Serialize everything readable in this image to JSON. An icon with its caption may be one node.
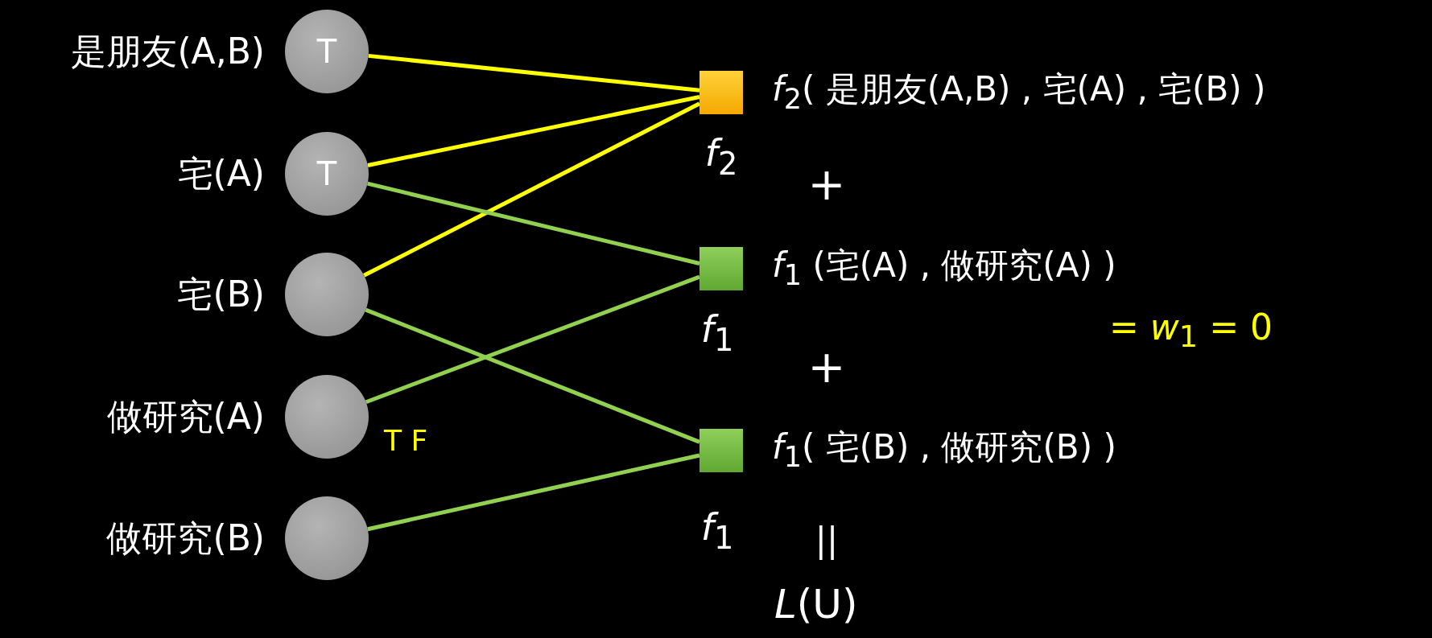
{
  "diagram": {
    "nodes": [
      {
        "text": [
          "T"
        ],
        "beside": [
          "是朋友(A,B)"
        ]
      },
      {
        "text": [
          "T"
        ],
        "beside": [
          "宅(A)"
        ]
      },
      {
        "text": [],
        "shape": "circle",
        "beside": [
          "宅(B)"
        ]
      },
      {
        "text": [],
        "shape": "circle",
        "beside": [
          "做研究(A)"
        ]
      },
      {
        "text": [],
        "shape": "circle",
        "beside": [
          "做研究(B)"
        ]
      },
      {
        "text": [],
        "shape": "box",
        "beside": [
          "*f*$_{2}$"
        ]
      },
      {
        "text": [],
        "shape": "box",
        "beside": [
          "*f*$_{1}$"
        ]
      },
      {
        "text": [],
        "shape": "box",
        "beside": [
          "*f*$_{1}$"
        ]
      }
    ],
    "edges": [
      {
        "from": 0,
        "to": 5,
        "arrow": "none",
        "color": "#ffff00"
      },
      {
        "from": 1,
        "to": 5,
        "arrow": "none",
        "color": "#ffff00"
      },
      {
        "from": 2,
        "to": 5,
        "arrow": "none",
        "color": "#ffff00"
      },
      {
        "from": 1,
        "to": 6,
        "arrow": "none"
      },
      {
        "from": 3,
        "to": 6,
        "arrow": "none"
      },
      {
        "from": 2,
        "to": 7,
        "arrow": "none"
      },
      {
        "from": 4,
        "to": 7,
        "arrow": "none"
      }
    ],
    "labels": [
      "*f*$_{2}$( 是朋友(A,B) , 宅(A) , 宅(B) )",
      "+",
      "*f*$_{1}$ (宅(A) , 做研究(A) )",
      "= *w*$_{1}$ = 0",
      "+",
      "T F",
      "*f*$_{1}$( 宅(B) , 做研究(B) )",
      "||",
      "*L*(U)"
    ]
  }
}
